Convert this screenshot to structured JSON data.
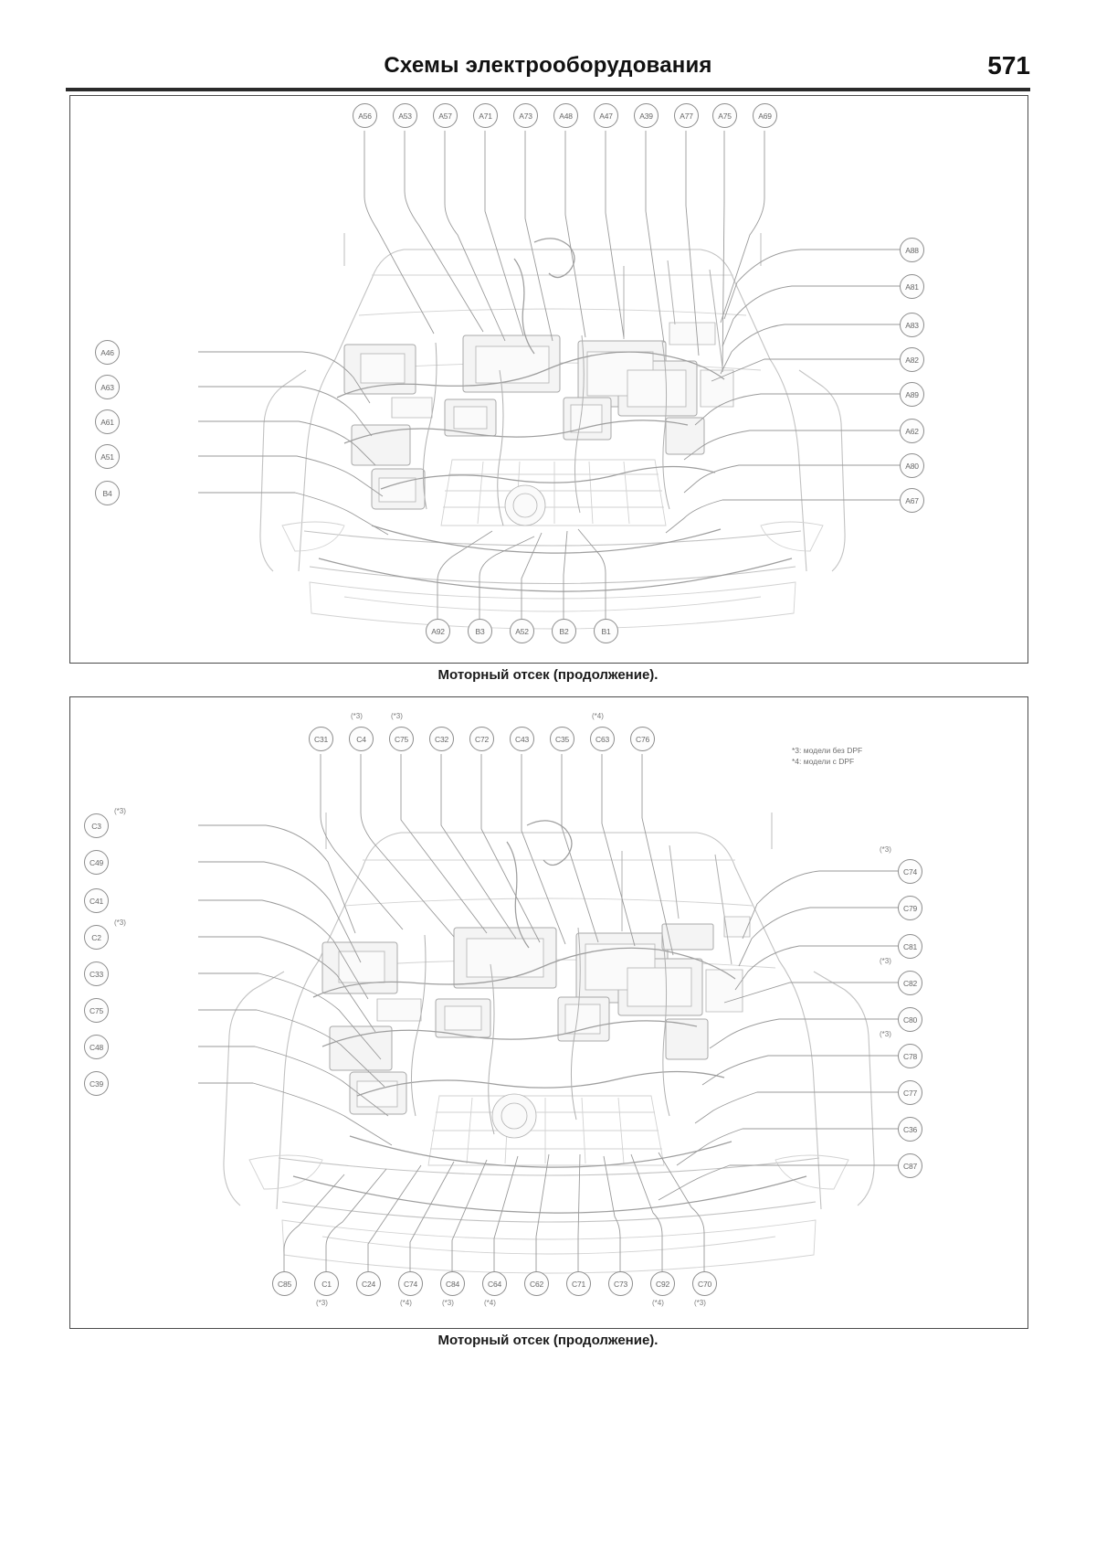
{
  "header": {
    "title": "Схемы электрооборудования",
    "page_number": "571"
  },
  "figures": [
    {
      "id": "engine-compartment-a",
      "caption": "Моторный отсек (продолжение).",
      "top_labels": [
        "A56",
        "A53",
        "A57",
        "A71",
        "A73",
        "A48",
        "A47",
        "A39",
        "A77",
        "A75",
        "A69"
      ],
      "right_labels": [
        "A88",
        "A81",
        "A83",
        "A82",
        "A89",
        "A62",
        "A80",
        "A67"
      ],
      "left_labels": [
        "A46",
        "A63",
        "A61",
        "A51",
        "B4"
      ],
      "bottom_labels": [
        "A92",
        "B3",
        "A52",
        "B2",
        "B1"
      ]
    },
    {
      "id": "engine-compartment-b",
      "caption": "Моторный отсек (продолжение).",
      "top_labels": [
        "C31",
        "C4",
        "C75",
        "C32",
        "C72",
        "C43",
        "C35",
        "C63",
        "C76"
      ],
      "top_notes": [
        "",
        "(*3)",
        "(*3)",
        "",
        "",
        "",
        "",
        "(*4)",
        ""
      ],
      "right_labels": [
        "C74",
        "C79",
        "C81",
        "C82",
        "C80",
        "C78",
        "C77",
        "C36",
        "C87"
      ],
      "right_notes": [
        "(*3)",
        "",
        "",
        "(*3)",
        "",
        "(*3)",
        "",
        "",
        ""
      ],
      "left_labels": [
        "C3",
        "C49",
        "C41",
        "C2",
        "C33",
        "C75",
        "C48",
        "C39"
      ],
      "left_notes": [
        "(*3)",
        "",
        "",
        "(*3)",
        "",
        "",
        "",
        ""
      ],
      "bottom_labels": [
        "C85",
        "C1",
        "C24",
        "C74",
        "C84",
        "C64",
        "C62",
        "C71",
        "C73",
        "C92",
        "C70"
      ],
      "bottom_notes": [
        "",
        "(*3)",
        "",
        "(*4)",
        "(*3)",
        "(*4)",
        "",
        "",
        "",
        "(*4)",
        "(*3)"
      ],
      "legend": [
        "*3: модели без DPF",
        "*4: модели с DPF"
      ]
    }
  ]
}
